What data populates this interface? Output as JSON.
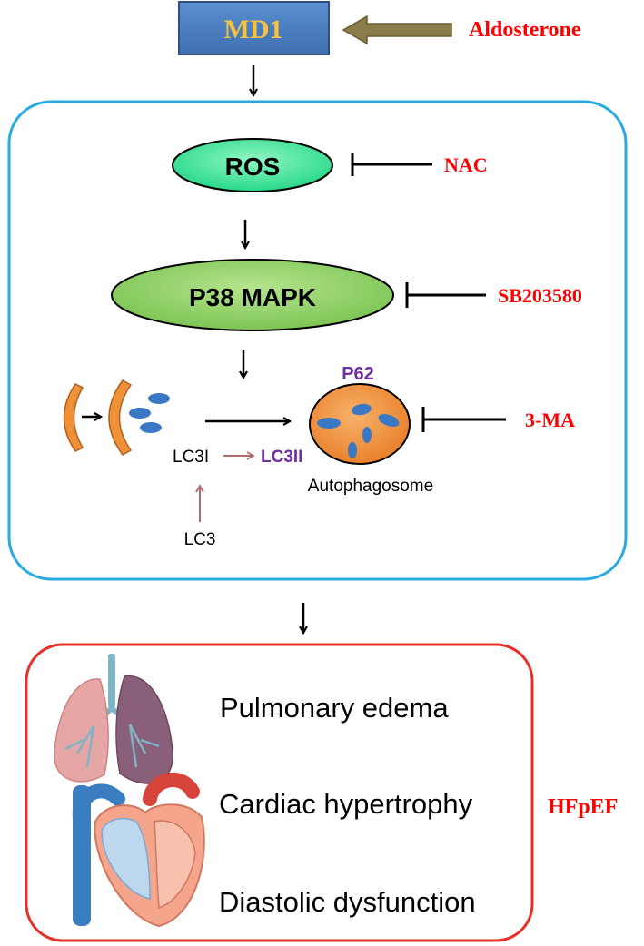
{
  "nodes": {
    "md1": "MD1",
    "aldosterone": "Aldosterone",
    "ros": "ROS",
    "nac": "NAC",
    "p38": "P38 MAPK",
    "sb": "SB203580",
    "p62": "P62",
    "three_ma": "3-MA",
    "lc3i": "LC3I",
    "lc3ii": "LC3II",
    "lc3": "LC3",
    "autophagosome": "Autophagosome"
  },
  "outcomes": {
    "pulmonary": "Pulmonary edema",
    "cardiac": "Cardiac hypertrophy",
    "diastolic": "Diastolic dysfunction",
    "hfpef": "HFpEF"
  },
  "colors": {
    "md1_fill": "#4f81bd",
    "md1_text": "#f5c242",
    "inhibitor_red": "#ff0000",
    "cell_border": "#29abe2",
    "outcome_border": "#e8302a",
    "ros_fill": "#39e59a",
    "p38_fill": "#8fd16a",
    "autophagosome_fill": "#f0913a",
    "vesicle_blue": "#3b78c4",
    "purple_label": "#7030a0",
    "lc3_arrow": "#b46a6a",
    "aldo_arrow": "#8b7d4a"
  }
}
